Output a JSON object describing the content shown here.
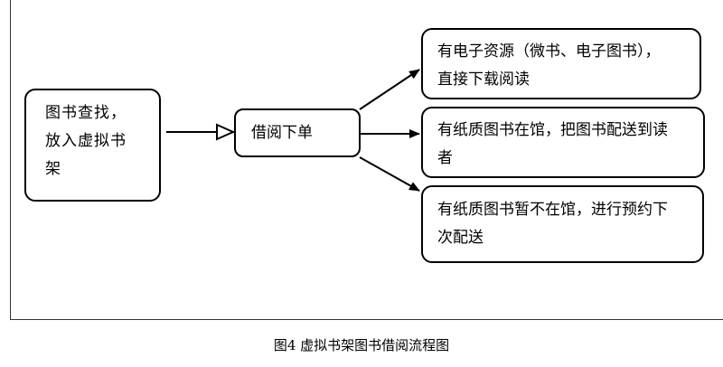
{
  "nodes": {
    "source": {
      "lines": [
        "图书查找，",
        "放入虚拟书",
        "架"
      ]
    },
    "borrow": {
      "lines": [
        "借阅下单"
      ]
    },
    "ebook": {
      "lines": [
        "有电子资源（微书、电子图书），",
        "直接下载阅读"
      ]
    },
    "paper_in": {
      "lines": [
        "有纸质图书在馆，把图书配送到读",
        "者"
      ]
    },
    "paper_out": {
      "lines": [
        "有纸质图书暂不在馆，进行预约下",
        "次配送"
      ]
    }
  },
  "caption": "图4 虚拟书架图书借阅流程图"
}
